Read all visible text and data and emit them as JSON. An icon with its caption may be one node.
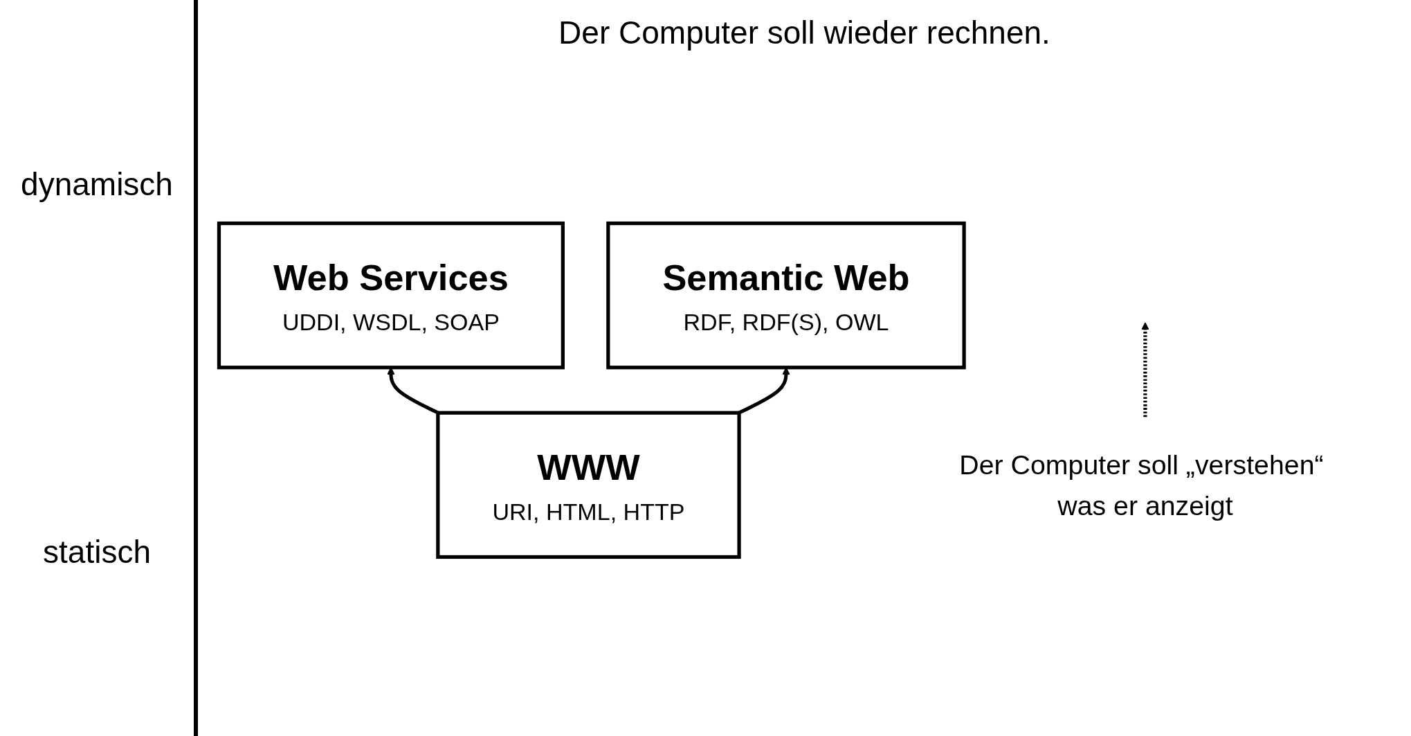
{
  "diagram": {
    "nodes": [
      {
        "text": [
          "Web Services",
          "UDDI, WSDL, SOAP"
        ]
      },
      {
        "text": [
          "WWW",
          "URI, HTML, HTTP"
        ]
      },
      {
        "text": [
          "Semantic Web",
          "RDF, RDF(S), OWL"
        ]
      },
      {
        "text": [
          "Der Computer soll „verstehen“ was er anzeigt"
        ]
      }
    ],
    "edges": [
      {
        "from": 1,
        "to": 0,
        "arrow": "to"
      },
      {
        "from": 1,
        "to": 2,
        "arrow": "to"
      },
      {
        "from": 3,
        "to": null,
        "arrow": "to",
        "style": "dashed"
      }
    ],
    "labels": [
      "dynamisch",
      "Der Computer soll wieder rechnen.",
      "statisch"
    ]
  }
}
